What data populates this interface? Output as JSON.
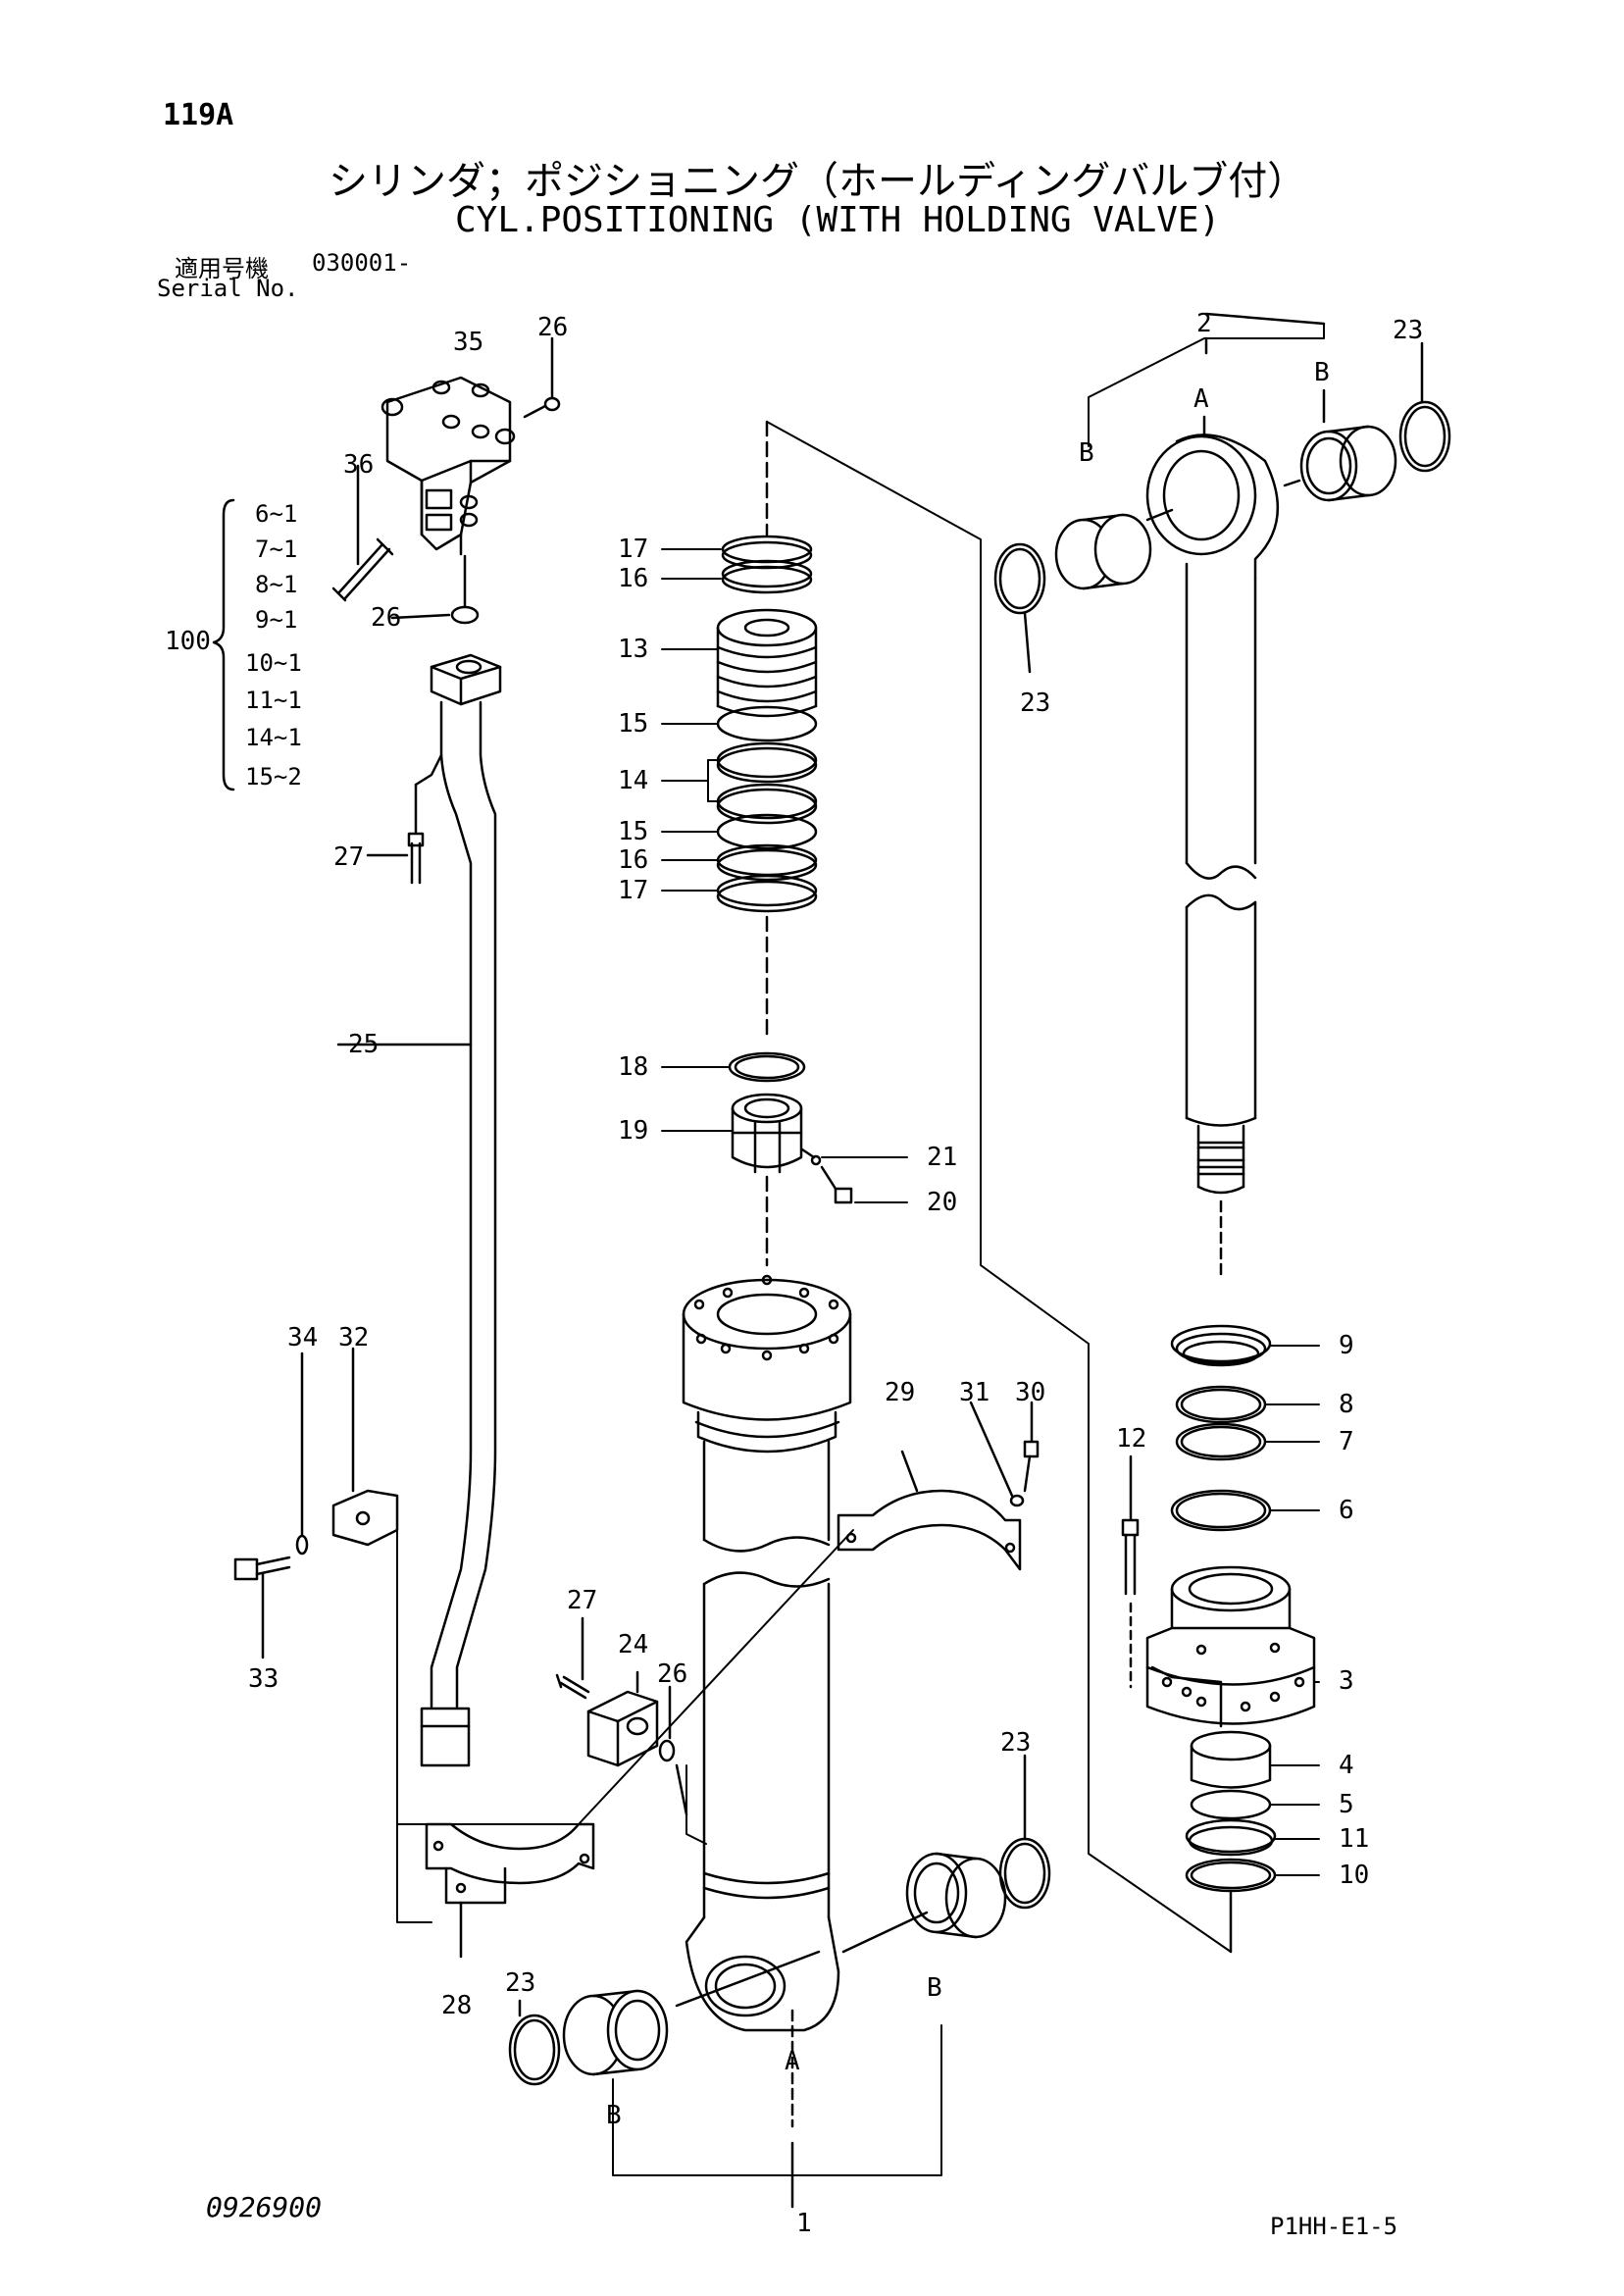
{
  "header": {
    "page_id": "119A",
    "title_jp": "シリンダ；ポジショニング（ホールディングバルブ付）",
    "title_en": "CYL.POSITIONING (WITH HOLDING VALVE)",
    "serial_label_jp": "適用号機",
    "serial_value": "030001-",
    "serial_label_en": "Serial No."
  },
  "footer": {
    "doc_number": "0926900",
    "sheet_code": "P1HH-E1-5"
  },
  "kit": {
    "number": "100",
    "items": [
      "6~1",
      "7~1",
      "8~1",
      "9~1",
      "10~1",
      "11~1",
      "14~1",
      "15~2"
    ]
  },
  "callouts": {
    "c1": "1",
    "c2": "2",
    "c3": "3",
    "c4": "4",
    "c5": "5",
    "c6": "6",
    "c7": "7",
    "c8": "8",
    "c9": "9",
    "c10": "10",
    "c11": "11",
    "c12": "12",
    "c13": "13",
    "c14": "14",
    "c15a": "15",
    "c15b": "15",
    "c16a": "16",
    "c16b": "16",
    "c17a": "17",
    "c17b": "17",
    "c18": "18",
    "c19": "19",
    "c20": "20",
    "c21": "21",
    "c23a": "23",
    "c23b": "23",
    "c23c": "23",
    "c23d": "23",
    "c24": "24",
    "c25": "25",
    "c26a": "26",
    "c26b": "26",
    "c26c": "26",
    "c27a": "27",
    "c27b": "27",
    "c28": "28",
    "c29": "29",
    "c30": "30",
    "c31": "31",
    "c32": "32",
    "c33": "33",
    "c34": "34",
    "c35": "35",
    "c36": "36",
    "A_top": "A",
    "B_top_left": "B",
    "B_top_right": "B",
    "A_bottom": "A",
    "B_bottom_left": "B",
    "B_bottom_right": "B"
  }
}
